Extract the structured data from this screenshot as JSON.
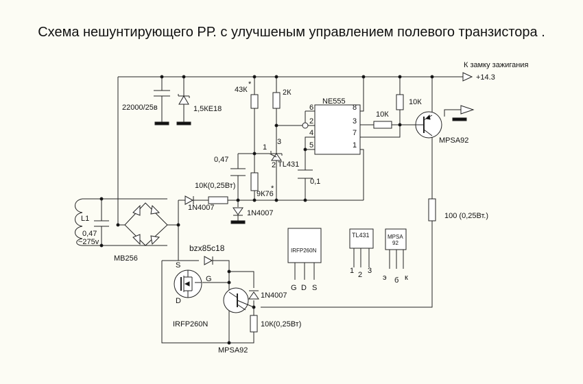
{
  "title": "Схема нешунтирующего РР. с улучшеным управлением  полевого транзистора .",
  "labels": {
    "ignition": "К замку зажигания",
    "v_supply": "+14.3",
    "c_main": "22000/25в",
    "tvs": "1,5КЕ18",
    "r43k": "43К",
    "star": "*",
    "r2k": "2К",
    "ne555": "NE555",
    "r10k_a": "10К",
    "r10k_b": "10К",
    "p6": "6",
    "p8": "8",
    "p2": "2",
    "p3": "3",
    "p4": "4",
    "p7": "7",
    "p5": "5",
    "p1": "1",
    "c047": "0,47",
    "tl431": "TL431",
    "tl_p1": "1",
    "tl_p2": "2",
    "tl_p3": "3",
    "c01": "0,1",
    "r10k_025": "10К(0,25Вт)",
    "r9k76": "9К76",
    "d1n4007_a": "1N4007",
    "d1n4007_b": "1N4007",
    "d1n4007_c": "1N4007",
    "mpsa92_top": "MPSA92",
    "r100": "100 (0,25Вт.)",
    "l1": "L1",
    "c047_275_a": "0,47",
    "c047_275_b": "~275v",
    "mb256": "MB256",
    "bzx": "bzx85c18",
    "fet_s": "S",
    "fet_g": "G",
    "fet_d": "D",
    "irfp_label": "IRFP260N",
    "irfp_pkg": "IRFP260N",
    "pkg_g": "G",
    "pkg_d": "D",
    "pkg_s": "S",
    "tl431_pkg": "TL431",
    "tl_pkg_p1": "1",
    "tl_pkg_p2": "2",
    "tl_pkg_p3": "3",
    "mpsa_pkg_a": "MPSA",
    "mpsa_pkg_b": "92",
    "mpsa_pkg_e": "э",
    "mpsa_pkg_b2": "б",
    "mpsa_pkg_k": "к",
    "r10k_025_b": "10К(0,25Вт)",
    "mpsa92_bot": "MPSA92"
  }
}
